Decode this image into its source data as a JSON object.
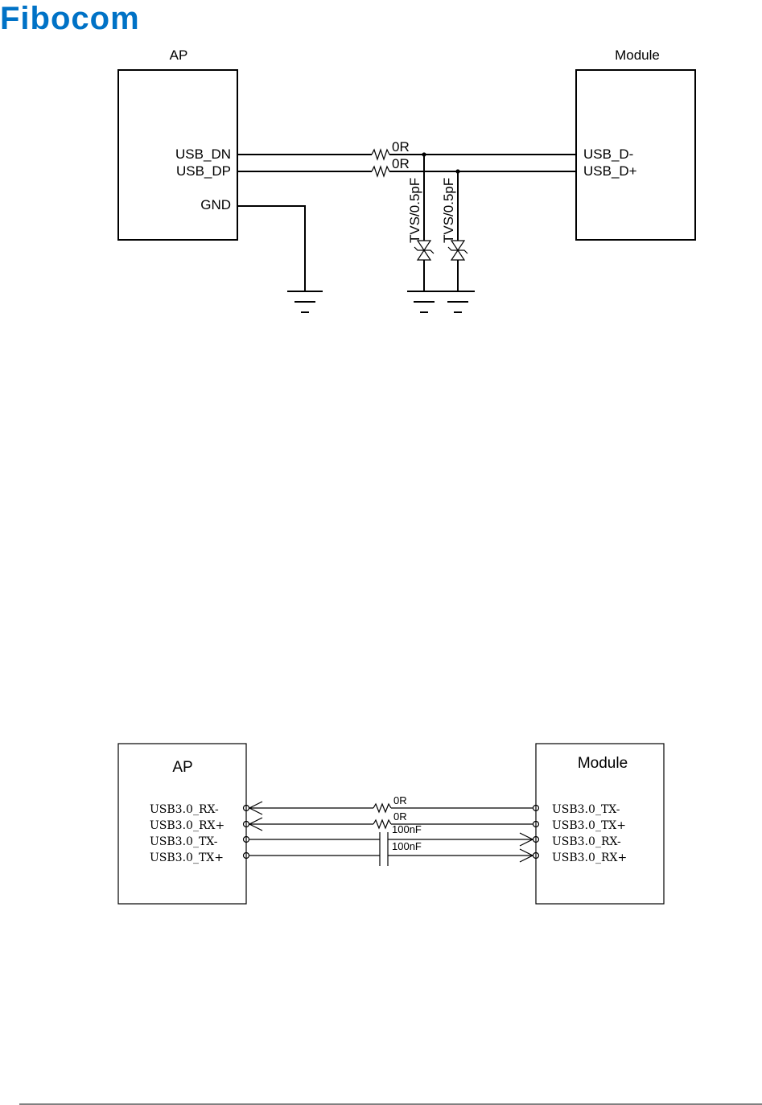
{
  "header": {
    "brand": "Fibocom",
    "brand_color": "#0072c6"
  },
  "diagram1": {
    "left_block": {
      "title": "AP",
      "pins": [
        "USB_DN",
        "USB_DP",
        "GND"
      ]
    },
    "right_block": {
      "title": "Module",
      "pins": [
        "USB_D-",
        "USB_D+"
      ]
    },
    "resistors": [
      "0R",
      "0R"
    ],
    "tvs": [
      "TVS/0.5pF",
      "TVS/0.5pF"
    ]
  },
  "diagram2": {
    "left_block": {
      "title": "AP",
      "pins": [
        "USB3.0_RX-",
        "USB3.0_RX+",
        "USB3.0_TX-",
        "USB3.0_TX+"
      ]
    },
    "right_block": {
      "title": "Module",
      "pins": [
        "USB3.0_TX-",
        "USB3.0_TX+",
        "USB3.0_RX-",
        "USB3.0_RX+"
      ]
    },
    "resistors": [
      "0R",
      "0R"
    ],
    "capacitors": [
      "100nF",
      "100nF"
    ]
  }
}
